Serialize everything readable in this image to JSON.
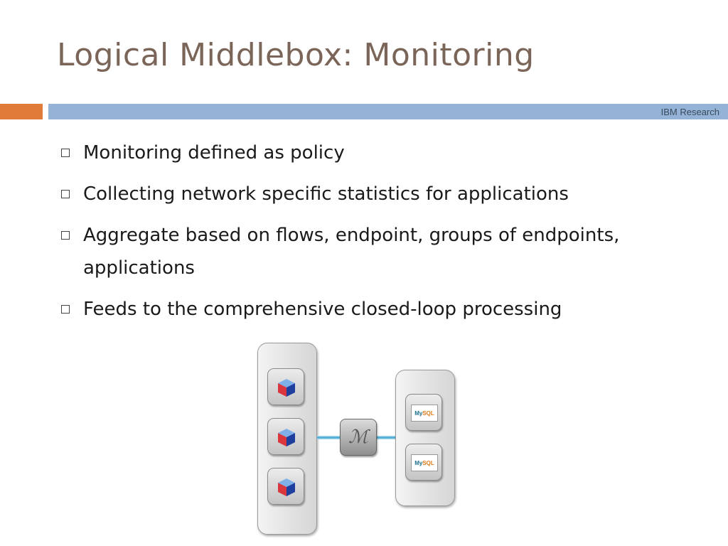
{
  "slide": {
    "title": "Logical Middlebox: Monitoring",
    "brand": "IBM Research",
    "accent_colors": {
      "title": "#7a6558",
      "orange_bar": "#e07b39",
      "blue_bar": "#95b3d7"
    }
  },
  "bullets": [
    "Monitoring defined as policy",
    "Collecting network specific statistics for applications",
    "Aggregate based on flows, endpoint, groups of endpoints, applications",
    "Feeds to the comprehensive closed-loop processing"
  ],
  "diagram": {
    "app_icon": "cube-icon",
    "middlebox_label": "ℳ",
    "db_labels": [
      {
        "my": "My",
        "sql": "SQL"
      },
      {
        "my": "My",
        "sql": "SQL"
      }
    ]
  }
}
